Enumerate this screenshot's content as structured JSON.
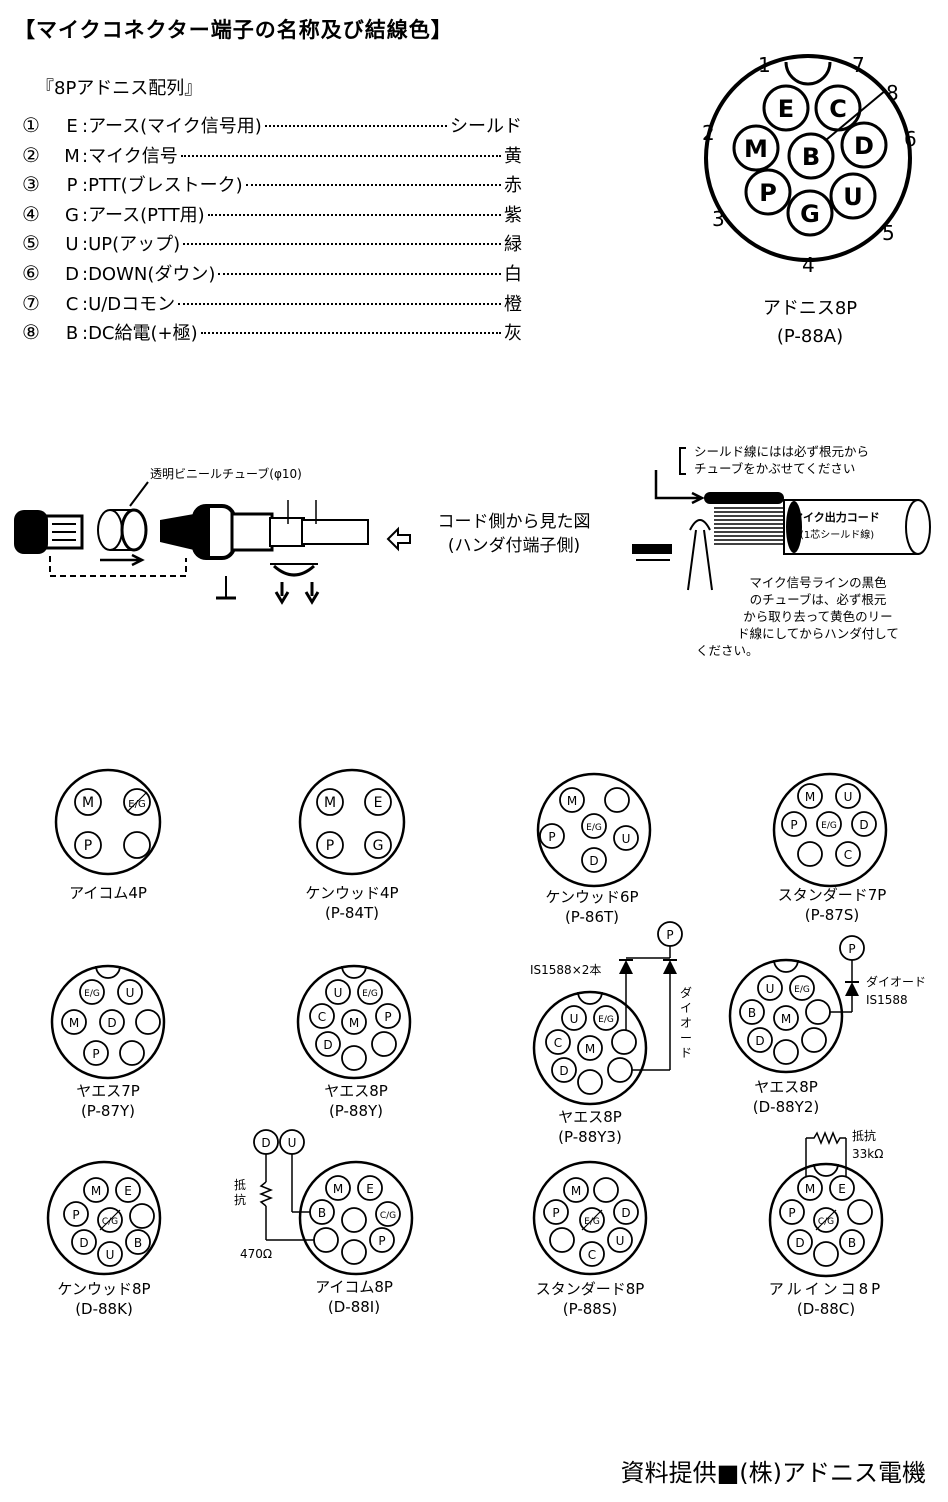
{
  "title": "【マイクコネクター端子の名称及び結線色】",
  "subtitle": "『8Pアドニス配列』",
  "pins": [
    {
      "num": "①",
      "letter": "E",
      "desc": ":アース(マイク信号用)",
      "color": "シールド"
    },
    {
      "num": "②",
      "letter": "M",
      "desc": ":マイク信号",
      "color": "黄"
    },
    {
      "num": "③",
      "letter": "P",
      "desc": ":PTT(ブレストーク)",
      "color": "赤"
    },
    {
      "num": "④",
      "letter": "G",
      "desc": ":アース(PTT用)",
      "color": "紫"
    },
    {
      "num": "⑤",
      "letter": "U",
      "desc": ":UP(アップ)",
      "color": "緑"
    },
    {
      "num": "⑥",
      "letter": "D",
      "desc": ":DOWN(ダウン)",
      "color": "白"
    },
    {
      "num": "⑦",
      "letter": "C",
      "desc": ":U/Dコモン",
      "color": "橙"
    },
    {
      "num": "⑧",
      "letter": "B",
      "desc": ":DC給電(+極)",
      "color": "灰"
    }
  ],
  "main_connector": {
    "name": "アドニス8P",
    "code": "(P-88A)",
    "pin_numbers": [
      "1",
      "2",
      "3",
      "4",
      "5",
      "6",
      "7",
      "8"
    ],
    "pins": [
      "E",
      "C",
      "M",
      "B",
      "D",
      "P",
      "G",
      "U"
    ]
  },
  "assembly": {
    "tube_label": "透明ビニールチューブ(φ10)",
    "view_label_1": "コード側から見た図",
    "view_label_2": "(ハンダ付端子側)",
    "shield_note_1": "シールド線にはは必ず根元から",
    "shield_note_2": "チューブをかぶせてください",
    "cord_label_1": "マイク出力コード",
    "cord_label_2": "(1芯シールド線)",
    "signal_note": [
      "マイク信号ラインの黒色",
      "のチューブは、必ず根元",
      "から取り去って黄色のリー",
      "ド線にしてからハンダ付して",
      "ください。"
    ]
  },
  "connectors": [
    {
      "id": "icom4p",
      "name": "アイコム4P",
      "code": ""
    },
    {
      "id": "kenwood4p",
      "name": "ケンウッド4P",
      "code": "(P-84T)"
    },
    {
      "id": "kenwood6p",
      "name": "ケンウッド6P",
      "code": "(P-86T)"
    },
    {
      "id": "standard7p",
      "name": "スタンダード7P",
      "code": "(P-87S)"
    },
    {
      "id": "yaesu7p",
      "name": "ヤエス7P",
      "code": "(P-87Y)"
    },
    {
      "id": "yaesu8p",
      "name": "ヤエス8P",
      "code": "(P-88Y)"
    },
    {
      "id": "yaesu8py3",
      "name": "ヤエス8P",
      "code": "(P-88Y3)"
    },
    {
      "id": "yaesu8dy2",
      "name": "ヤエス8P",
      "code": "(D-88Y2)"
    },
    {
      "id": "kenwood8p",
      "name": "ケンウッド8P",
      "code": "(D-88K)"
    },
    {
      "id": "icom8p",
      "name": "アイコム8P",
      "code": "(D-88I)"
    },
    {
      "id": "standard8p",
      "name": "スタンダード8P",
      "code": "(P-88S)"
    },
    {
      "id": "alinco8p",
      "name": "アルインコ8P",
      "code": "(D-88C)"
    }
  ],
  "annotations": {
    "diode_count": "IS1588×2本",
    "diode_vertical": "ダイオード",
    "diode_label": "ダイオード",
    "diode_part": "IS1588",
    "resistor": "抵抗",
    "resistor_value_icom": "470Ω",
    "resistor_value_alinco": "33kΩ"
  },
  "footer": "資料提供■(株)アドニス電機"
}
